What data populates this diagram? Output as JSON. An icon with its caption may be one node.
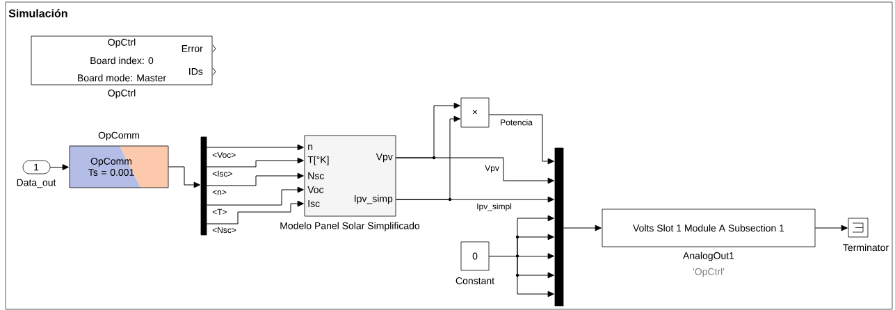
{
  "diagram": {
    "title": "Simulación",
    "nodes": [
      {
        "text": [
          "OpCtrl",
          "Board index: 0",
          "Board mode: Master",
          "Error",
          "IDs"
        ],
        "beside": [
          "OpCtrl"
        ]
      },
      {
        "text": [
          "1"
        ],
        "beside": [
          "Data_out"
        ]
      },
      {
        "text": [
          "OpComm",
          "OpComm Ts = 0.001"
        ]
      },
      {
        "text": [],
        "shape": "bar"
      },
      {
        "text": [
          "n",
          "T[°K]",
          "Nsc",
          "Voc",
          "Isc",
          "Vpv",
          "Ipv_simp"
        ],
        "beside": [
          "Modelo Panel Solar Simplificado"
        ]
      },
      {
        "text": [
          "×"
        ]
      },
      {
        "text": [],
        "shape": "bar"
      },
      {
        "text": [
          "0"
        ],
        "beside": [
          "Constant"
        ]
      },
      {
        "text": [
          "Volts Slot 1 Module A Subsection 1"
        ],
        "beside": [
          "AnalogOut1",
          "'OpCtrl'"
        ]
      },
      {
        "text": [],
        "shape": "box",
        "beside": [
          "Terminator"
        ]
      }
    ],
    "edges": [
      {
        "from": 1,
        "to": 2,
        "arrow": "to"
      },
      {
        "from": 2,
        "to": 3,
        "arrow": "to"
      },
      {
        "from": 3,
        "to": 4,
        "arrow": "to",
        "label": "<Voc>"
      },
      {
        "from": 3,
        "to": 4,
        "arrow": "to",
        "label": "<Isc>"
      },
      {
        "from": 3,
        "to": 4,
        "arrow": "to",
        "label": "<n>"
      },
      {
        "from": 3,
        "to": 4,
        "arrow": "to",
        "label": "<T>"
      },
      {
        "from": 3,
        "to": 4,
        "arrow": "to",
        "label": "<Nsc>"
      },
      {
        "from": 4,
        "to": 5,
        "arrow": "to"
      },
      {
        "from": 4,
        "to": 5,
        "arrow": "to"
      },
      {
        "from": 5,
        "to": 6,
        "arrow": "to",
        "label": "Potencia"
      },
      {
        "from": 4,
        "to": 6,
        "arrow": "to",
        "label": "Vpv"
      },
      {
        "from": 4,
        "to": 6,
        "arrow": "to",
        "label": "Ipv_simpl"
      },
      {
        "from": 7,
        "to": 6,
        "arrow": "to"
      },
      {
        "from": 7,
        "to": 6,
        "arrow": "to"
      },
      {
        "from": 7,
        "to": 6,
        "arrow": "to"
      },
      {
        "from": 7,
        "to": 6,
        "arrow": "to"
      },
      {
        "from": 7,
        "to": 6,
        "arrow": "to"
      },
      {
        "from": 6,
        "to": 8,
        "arrow": "to"
      },
      {
        "from": 8,
        "to": 9,
        "arrow": "to"
      }
    ]
  }
}
